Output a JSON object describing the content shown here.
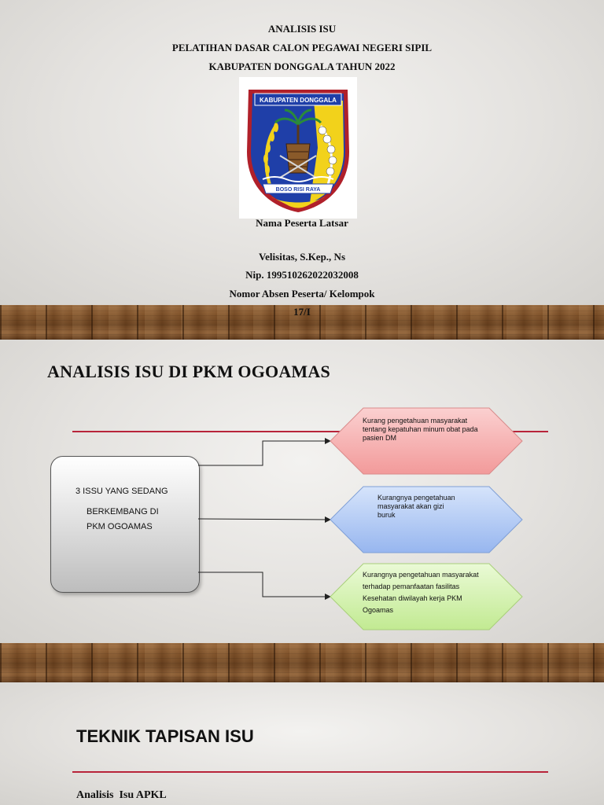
{
  "slide1": {
    "title_lines": [
      "ANALISIS ISU",
      "PELATIHAN DASAR CALON PEGAWAI NEGERI SIPIL",
      "KABUPATEN DONGGALA TAHUN 2022"
    ],
    "logo": {
      "banner_text": "KABUPATEN  DONGGALA",
      "ribbon_text": "BOSO RISI RAYA"
    },
    "participant_heading": "Nama Peserta Latsar",
    "name": "Velisitas, S.Kep., Ns",
    "nip": "Nip. 199510262022032008",
    "absen_label": "Nomor Absen Peserta/ Kelompok",
    "absen_value": "17/I"
  },
  "slide2": {
    "title": "ANALISIS ISU DI PKM OGOAMAS",
    "box_lines": [
      "3 ISSU YANG SEDANG",
      "BERKEMBANG DI",
      "PKM OGOAMAS"
    ],
    "issues": [
      {
        "lines": [
          "Kurang pengetahuan masyarakat",
          "tentang kepatuhan minum obat pada",
          "pasien DM"
        ],
        "color": "#f6b3b3"
      },
      {
        "lines": [
          "Kurangnya pengetahuan",
          "masyarakat akan gizi",
          "buruk"
        ],
        "color": "#b8cff7"
      },
      {
        "lines": [
          "Kurangnya pengetahuan masyarakat",
          "terhadap pemanfaatan fasilitas",
          "Kesehatan diwilayah kerja PKM",
          "Ogoamas"
        ],
        "color": "#d7f3b0"
      }
    ]
  },
  "slide3": {
    "title": "TEKNIK TAPISAN ISU",
    "subtitle": "Analisis  Isu APKL"
  },
  "colors": {
    "accent_red": "#b8243a",
    "logo_blue": "#1f3fa8",
    "logo_yellow": "#f2d21b"
  }
}
